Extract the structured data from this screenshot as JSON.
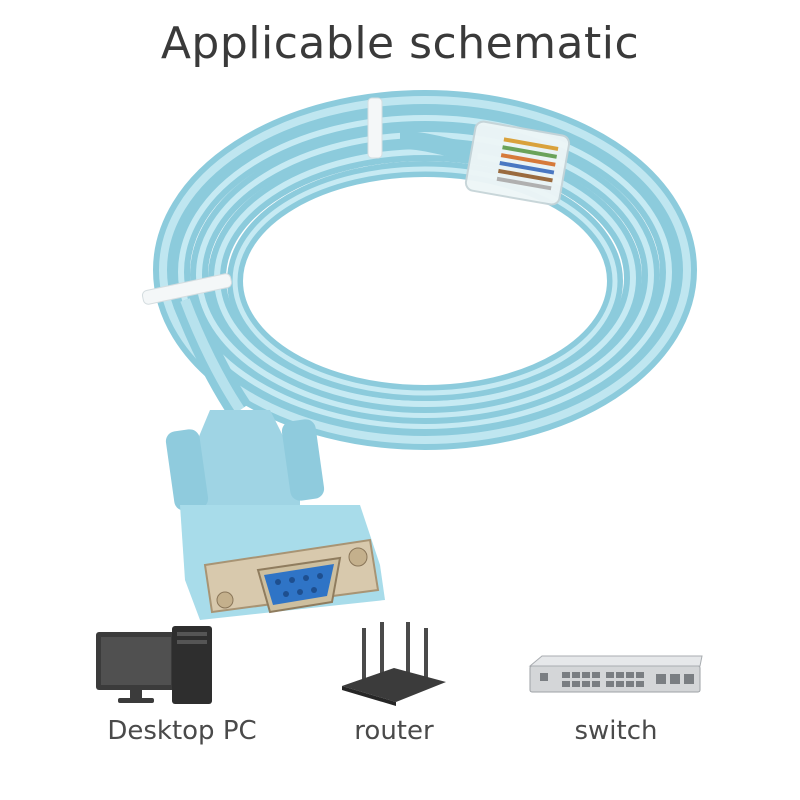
{
  "title": "Applicable schematic",
  "devices": [
    {
      "label": "Desktop PC",
      "icon": "desktop-pc-icon"
    },
    {
      "label": "router",
      "icon": "router-icon"
    },
    {
      "label": "switch",
      "icon": "switch-icon"
    }
  ],
  "colors": {
    "cable": "#a9dbe8",
    "cable_dark": "#7fc2d6",
    "connector_blue": "#2e74c4",
    "metal": "#c9b79a",
    "device_dark": "#3b3b3b"
  }
}
